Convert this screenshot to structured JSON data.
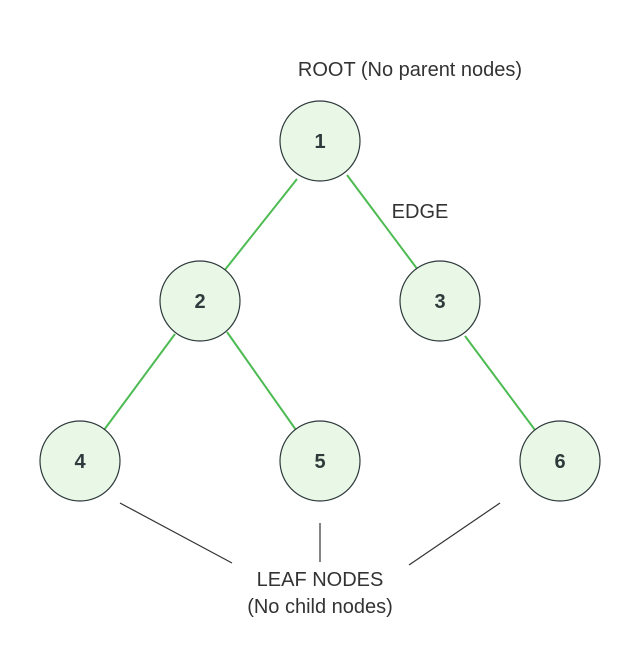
{
  "diagram": {
    "root_label": "ROOT (No parent nodes)",
    "edge_label": "EDGE",
    "leaf_label_line1": "LEAF NODES",
    "leaf_label_line2": "(No child nodes)",
    "nodes": [
      {
        "id": "1",
        "label": "1"
      },
      {
        "id": "2",
        "label": "2"
      },
      {
        "id": "3",
        "label": "3"
      },
      {
        "id": "4",
        "label": "4"
      },
      {
        "id": "5",
        "label": "5"
      },
      {
        "id": "6",
        "label": "6"
      }
    ],
    "edges": [
      {
        "from": "1",
        "to": "2"
      },
      {
        "from": "1",
        "to": "3"
      },
      {
        "from": "2",
        "to": "4"
      },
      {
        "from": "2",
        "to": "5"
      },
      {
        "from": "3",
        "to": "6"
      }
    ],
    "leaves": [
      "4",
      "5",
      "6"
    ]
  },
  "colors": {
    "node_fill": "#e8f7e6",
    "node_stroke": "#2f3a3c",
    "edge": "#4dbb52",
    "text": "#333333"
  }
}
